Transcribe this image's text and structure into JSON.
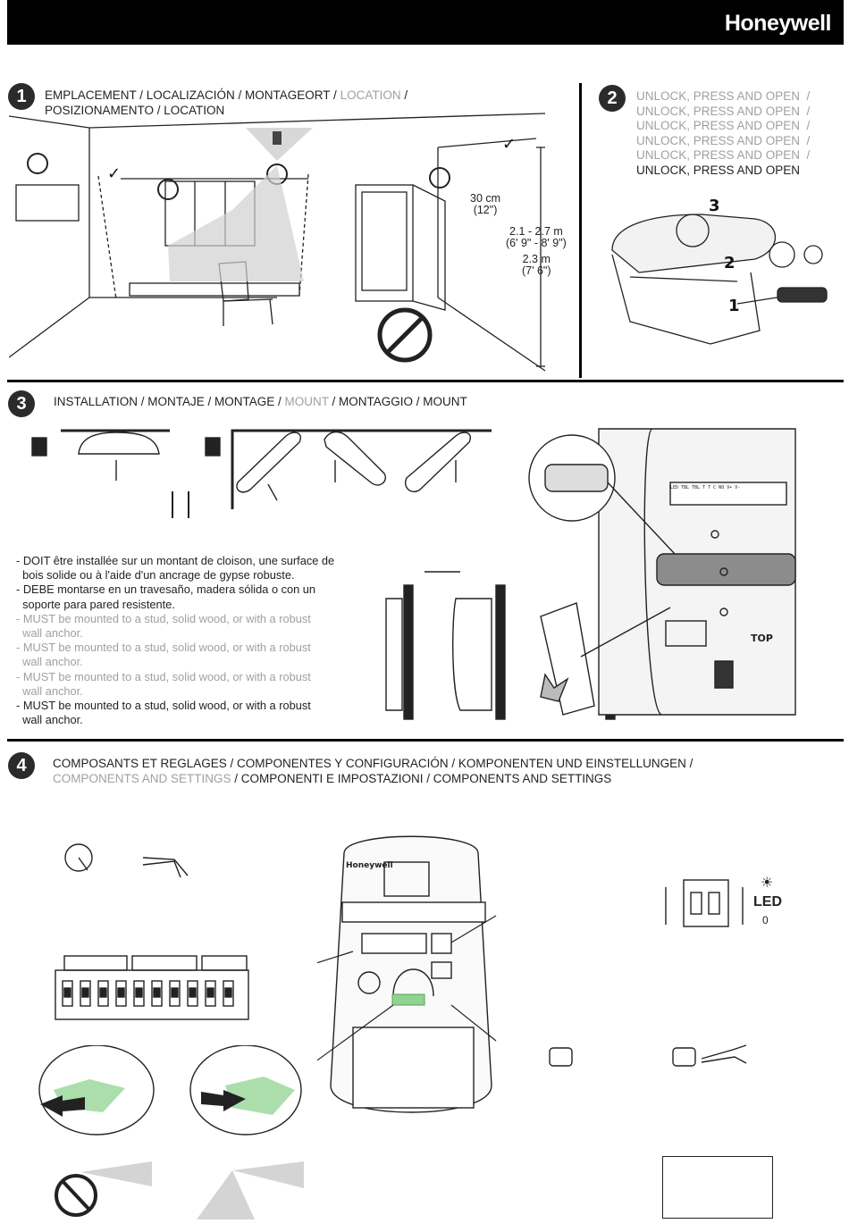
{
  "header": {
    "brand": "Honeywell"
  },
  "section1": {
    "number": "1",
    "title_parts": [
      {
        "text": "EMPLACEMENT / LOCALIZACIÓN / MONTAGEORT / ",
        "grey": false
      },
      {
        "text": "LOCATION",
        "grey": true
      },
      {
        "text": " /",
        "grey": false
      }
    ],
    "title_line2": "POSIZIONAMENTO / LOCATION",
    "measure_30": "30 cm",
    "measure_12": "(12\")",
    "measure_range": "2.1 - 2.7 m",
    "measure_range_ft": "(6' 9\" - 8' 9\")",
    "measure_opt": "2.3 m",
    "measure_opt_ft": "(7' 6\")"
  },
  "section2": {
    "number": "2",
    "lines": [
      {
        "text": "UNLOCK, PRESS AND OPEN  /",
        "grey": true
      },
      {
        "text": "UNLOCK, PRESS AND OPEN  /",
        "grey": true
      },
      {
        "text": "UNLOCK, PRESS AND OPEN  /",
        "grey": true
      },
      {
        "text": "UNLOCK, PRESS AND OPEN  /",
        "grey": true
      },
      {
        "text": "UNLOCK, PRESS AND OPEN  /",
        "grey": true
      },
      {
        "text": "UNLOCK, PRESS AND OPEN",
        "grey": false
      }
    ],
    "step_labels": [
      "3",
      "2",
      "1"
    ]
  },
  "section3": {
    "number": "3",
    "title_a": "INSTALLATION / MONTAJE / MONTAGE / ",
    "title_grey": "MOUNT",
    "title_b": " / MONTAGGIO / MOUNT",
    "bullets": [
      {
        "text": "- DOIT être installée sur un montant de cloison, une surface de",
        "grey": false
      },
      {
        "text": "  bois solide ou à l'aide d'un ancrage de gypse robuste.",
        "grey": false
      },
      {
        "text": "- DEBE montarse en un travesaño, madera sólida o con un",
        "grey": false
      },
      {
        "text": "  soporte para pared resistente.",
        "grey": false
      },
      {
        "text": "- MUST be mounted to a stud, solid wood, or with a robust",
        "grey": true
      },
      {
        "text": "  wall anchor.",
        "grey": true
      },
      {
        "text": "- MUST be mounted to a stud, solid wood, or with a robust",
        "grey": true
      },
      {
        "text": "  wall anchor.",
        "grey": true
      },
      {
        "text": "- MUST be mounted to a stud, solid wood, or with a robust",
        "grey": true
      },
      {
        "text": "  wall anchor.",
        "grey": true
      },
      {
        "text": "- MUST be mounted to a stud, solid wood, or with a robust",
        "grey": false
      },
      {
        "text": "  wall anchor.",
        "grey": false
      }
    ],
    "top_label": "TOP",
    "terminal_labels": "LED TBL TBL T T C NO V+ V-"
  },
  "section4": {
    "number": "4",
    "title_line1": "COMPOSANTS ET REGLAGES / COMPONENTES Y CONFIGURACIÓN / KOMPONENTEN UND EINSTELLUNGEN /",
    "title_line2_grey": "COMPONENTS AND SETTINGS",
    "title_line2_rest": " / COMPONENTI E IMPOSTAZIONI / COMPONENTS AND SETTINGS",
    "led_label": "LED",
    "led_value": "0",
    "device_brand": "Honeywell"
  },
  "colors": {
    "accent_green": "#8fd38f",
    "grey_text": "#a0a0a0",
    "bar": "#000000"
  }
}
